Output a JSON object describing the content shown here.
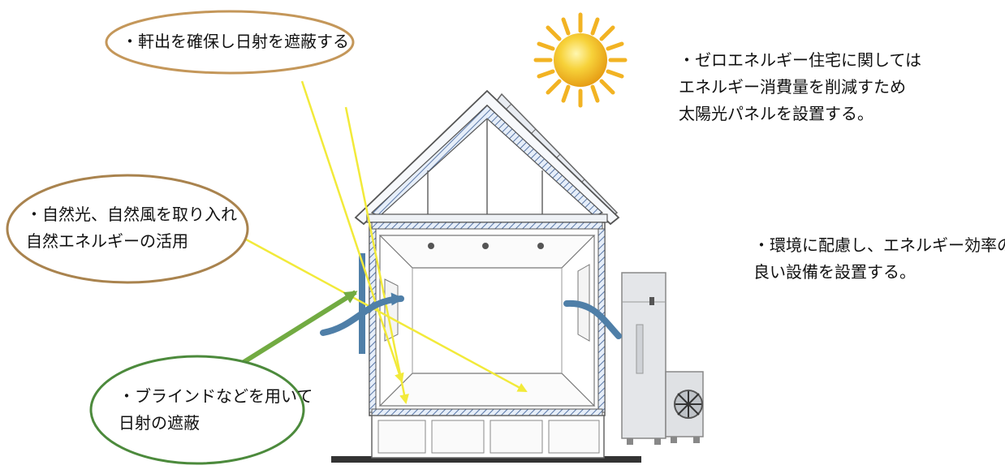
{
  "callouts": {
    "eaves": {
      "line1": "・軒出を確保し日射を遮蔽する"
    },
    "natural": {
      "line1": "・自然光、自然風を取り入れ",
      "line2": "自然エネルギーの活用"
    },
    "blind": {
      "line1": "・ブラインドなどを用いて",
      "line2": "日射の遮蔽"
    }
  },
  "notes": {
    "zero_energy": {
      "line1": "・ゼロエネルギー住宅に関しては",
      "line2": "エネルギー消費量を削減すため",
      "line3": "太陽光パネルを設置する。"
    },
    "equipment": {
      "line1": "・環境に配慮し、エネルギー効率の",
      "line2": "良い設備を設置する。"
    }
  },
  "colors": {
    "eaves_border": "#c4975a",
    "natural_border": "#a9834e",
    "blind_border": "#4c8a3c",
    "sun_ray": "#f2ea3a",
    "wind_arrow": "#4f7fa8",
    "green_arrow": "#72ab42",
    "insulation": "#8fa8cc"
  }
}
